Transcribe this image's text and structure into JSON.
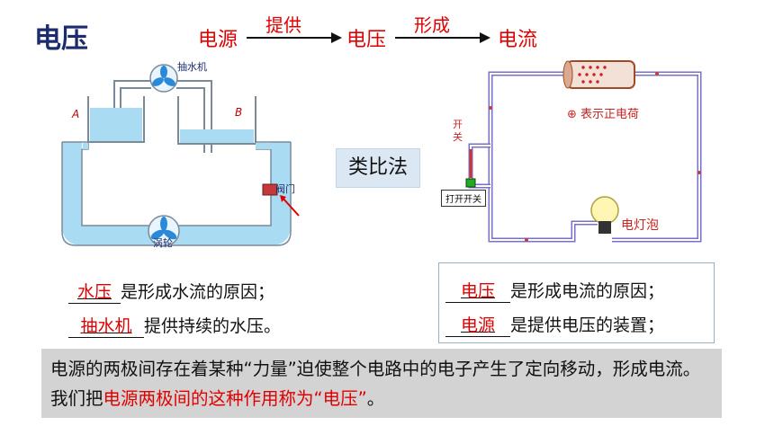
{
  "title": "电压",
  "flow": {
    "source": "电源",
    "provide": "提供",
    "voltage": "电压",
    "form": "形成",
    "current": "电流"
  },
  "water_diagram": {
    "label_a": "A",
    "label_b": "B",
    "pump": "抽水机",
    "valve": "阀门",
    "turbine": "涡轮"
  },
  "circuit_diagram": {
    "switch": "开关",
    "positive_charge": "⊕ 表示正电荷",
    "bulb": "电灯泡",
    "open_switch_button": "打开开关"
  },
  "analogy": "类比法",
  "left_statements": {
    "s1_fill": "水压",
    "s1_text": "是形成水流的原因；",
    "s2_fill": "抽水机",
    "s2_text": "提供持续的水压。"
  },
  "right_statements": {
    "s1_fill": "电压",
    "s1_text": "是形成电流的原因；",
    "s2_fill": "电源",
    "s2_text": "是提供电压的装置；"
  },
  "definition": {
    "part1": "电源的两极间存在着某种“力量”迫使整个电路中的电子产生了定向移动，形成电流。我们把",
    "highlight": "电源两极间的这种作用称为“电压”",
    "part2": "。"
  },
  "colors": {
    "accent_red": "#e00000",
    "title_blue": "#1c2b6e",
    "water": "#a9dcf3",
    "definition_bg": "#d3d3d3"
  }
}
